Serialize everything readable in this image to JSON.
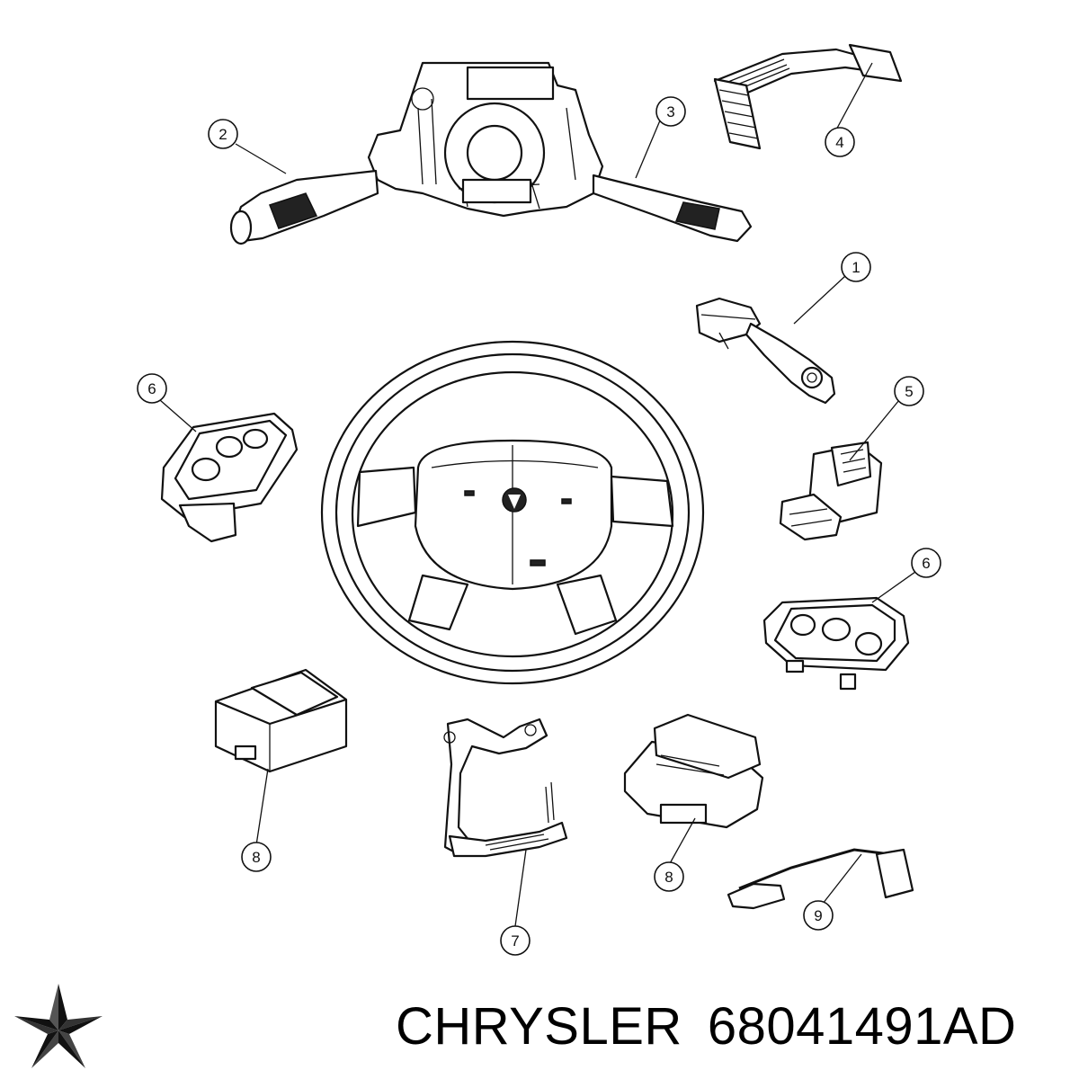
{
  "callouts": [
    {
      "id": "c1",
      "label": "1"
    },
    {
      "id": "c2",
      "label": "2"
    },
    {
      "id": "c3",
      "label": "3"
    },
    {
      "id": "c4",
      "label": "4"
    },
    {
      "id": "c5",
      "label": "5"
    },
    {
      "id": "c6a",
      "label": "6"
    },
    {
      "id": "c6b",
      "label": "6"
    },
    {
      "id": "c7",
      "label": "7"
    },
    {
      "id": "c8a",
      "label": "8"
    },
    {
      "id": "c8b",
      "label": "8"
    },
    {
      "id": "c9",
      "label": "9"
    }
  ],
  "caption": {
    "brand": "CHRYSLER",
    "part_number": "68041491AD"
  },
  "colors": {
    "line": "#111111",
    "background": "#ffffff"
  },
  "logo_icon": "chrysler-pentastar-icon"
}
